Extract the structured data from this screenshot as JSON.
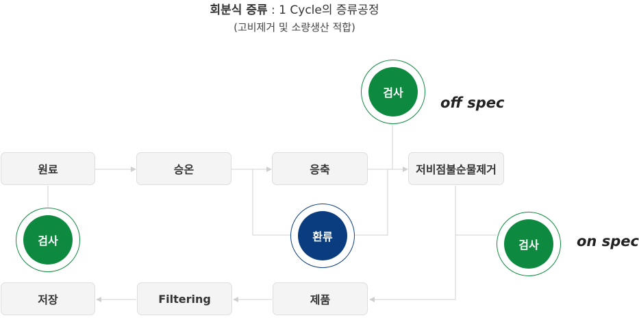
{
  "title": {
    "bold": "회분식 증류",
    "rest": " : 1 Cycle의 증류공정"
  },
  "subtitle": "(고비제거 및 소량생산 적합)",
  "boxes": {
    "raw": "원료",
    "heat": "승온",
    "condense": "응축",
    "remove": "저비점불순물제거",
    "store": "저장",
    "filtering": "Filtering",
    "product": "제품"
  },
  "circles": {
    "inspect_top": "검사",
    "inspect_left": "검사",
    "inspect_right": "검사",
    "reflux": "환류"
  },
  "labels": {
    "off_spec": "off spec",
    "on_spec": "on spec"
  },
  "colors": {
    "green": "#0d8a3f",
    "blue": "#0a3d80",
    "line": "#d0d0d0"
  }
}
